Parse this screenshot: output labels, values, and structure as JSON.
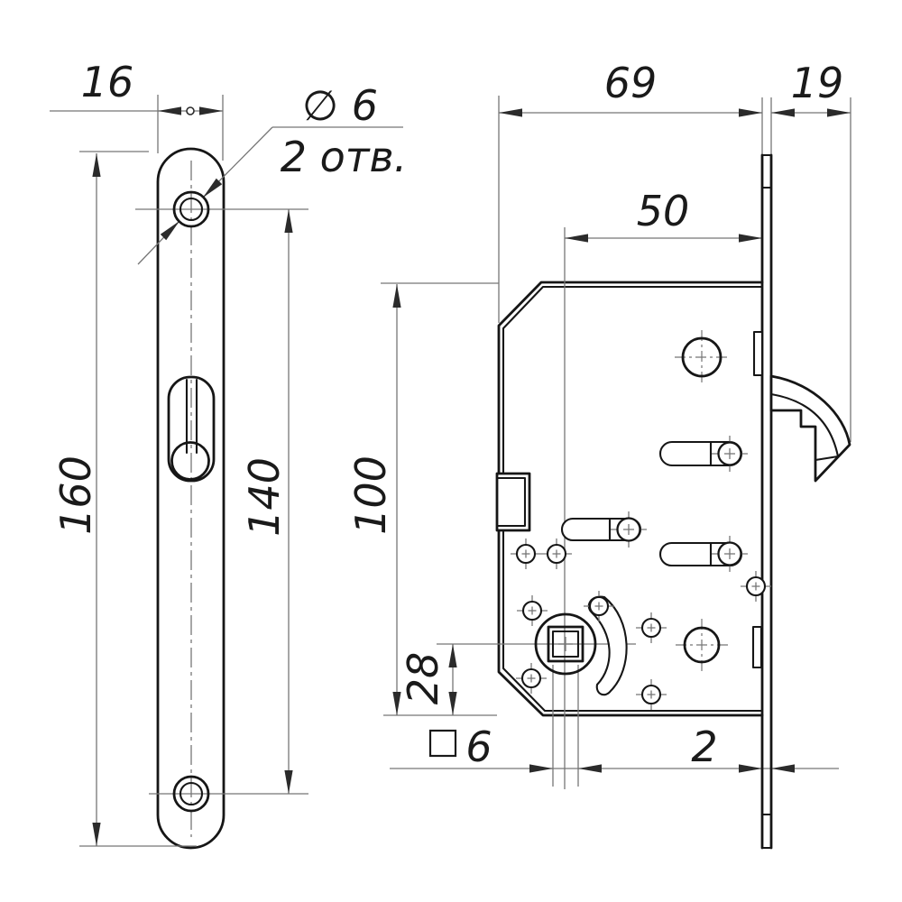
{
  "drawing": {
    "background": "#ffffff",
    "object_line_color": "#161616",
    "dimension_line_color": "#767676",
    "labels": {
      "plate_width": "16",
      "plate_length": "160",
      "hole_spacing": "140",
      "hole_diameter": "∅ 6",
      "hole_count": "2 отв.",
      "body_depth": "69",
      "hook_projection": "19",
      "backset": "50",
      "body_height": "100",
      "spindle_to_bottom": "28",
      "spindle_square_size": "6",
      "faceplate_thickness": "2"
    }
  }
}
